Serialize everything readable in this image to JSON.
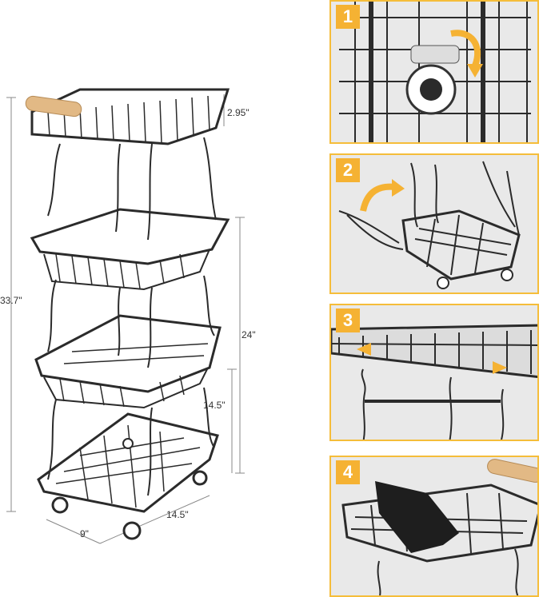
{
  "dimensions": {
    "total_height": "33.7\"",
    "top_basket_depth": "2.95\"",
    "lower_height": "24\"",
    "bottom_tier_height": "14.5\"",
    "width": "9\"",
    "length": "14.5\""
  },
  "steps": [
    {
      "number": "1"
    },
    {
      "number": "2"
    },
    {
      "number": "3"
    },
    {
      "number": "4"
    }
  ],
  "colors": {
    "frame": "#2b2b2b",
    "accent": "#f5b233",
    "panel_bg": "#e9e9e9",
    "wood": "#e2b985"
  }
}
